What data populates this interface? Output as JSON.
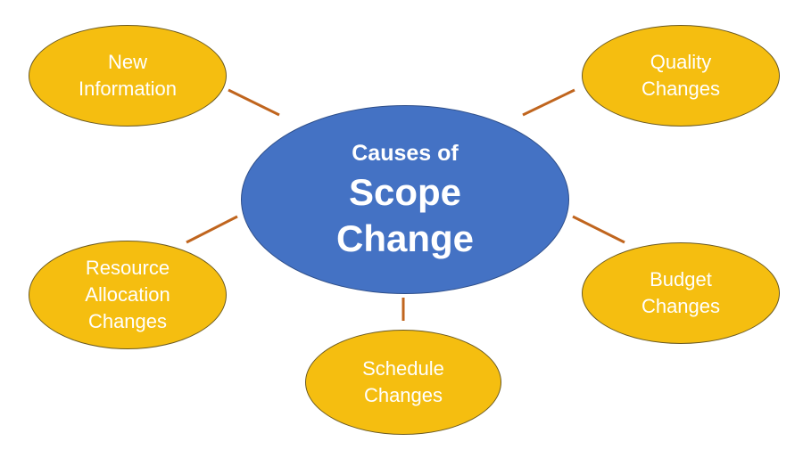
{
  "diagram": {
    "center": {
      "line1": "Causes of",
      "line2": "Scope",
      "line3": "Change"
    },
    "causes": {
      "new_information": {
        "line1": "New",
        "line2": "Information"
      },
      "quality_changes": {
        "line1": "Quality",
        "line2": "Changes"
      },
      "resource_allocation_changes": {
        "line1": "Resource",
        "line2": "Allocation",
        "line3": "Changes"
      },
      "budget_changes": {
        "line1": "Budget",
        "line2": "Changes"
      },
      "schedule_changes": {
        "line1": "Schedule",
        "line2": "Changes"
      }
    },
    "colors": {
      "center_fill": "#4472c4",
      "cause_fill": "#f5be10",
      "connector": "#c0651e",
      "text": "#ffffff"
    }
  }
}
